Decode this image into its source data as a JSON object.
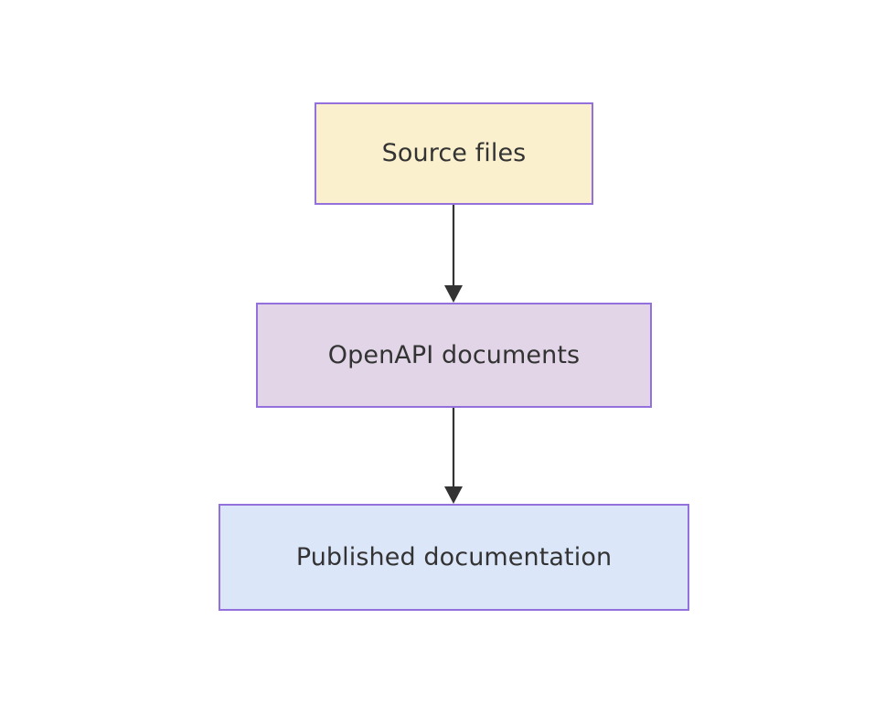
{
  "diagram": {
    "type": "flowchart",
    "direction": "top-to-bottom",
    "background_color": "#ffffff",
    "text_color": "#333333",
    "edge_color": "#333333",
    "nodes": [
      {
        "id": "source-files",
        "label": "Source files",
        "fill_color": "#FBF0CD",
        "border_color": "#9370DB"
      },
      {
        "id": "openapi-documents",
        "label": "OpenAPI documents",
        "fill_color": "#E1D5E7",
        "border_color": "#9370DB"
      },
      {
        "id": "published-documentation",
        "label": "Published documentation",
        "fill_color": "#DCE6F9",
        "border_color": "#9370DB"
      }
    ],
    "edges": [
      {
        "id": "edge-source-to-openapi",
        "from": "source-files",
        "to": "openapi-documents",
        "label": "",
        "arrowhead": "filled-triangle"
      },
      {
        "id": "edge-openapi-to-published",
        "from": "openapi-documents",
        "to": "published-documentation",
        "label": "",
        "arrowhead": "filled-triangle"
      }
    ]
  }
}
